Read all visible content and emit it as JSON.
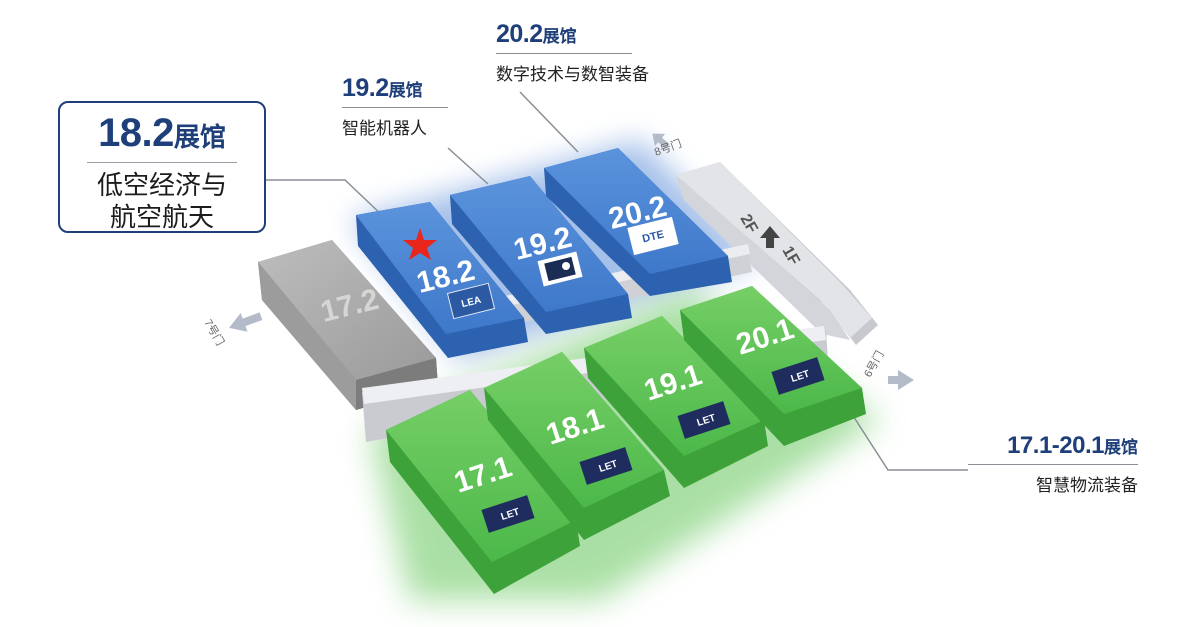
{
  "callouts": {
    "hall_182": {
      "number": "18.2",
      "suffix": "展馆",
      "line1": "低空经济与",
      "line2": "航空航天"
    },
    "hall_192": {
      "number": "19.2",
      "suffix": "展馆",
      "desc": "智能机器人"
    },
    "hall_202": {
      "number": "20.2",
      "suffix": "展馆",
      "desc": "数字技术与数智装备"
    },
    "hall_logistics": {
      "number": "17.1-20.1",
      "suffix": "展馆",
      "desc": "智慧物流装备"
    }
  },
  "halls": {
    "h172": "17.2",
    "h182": "18.2",
    "h192": "19.2",
    "h202": "20.2",
    "h171": "17.1",
    "h181": "18.1",
    "h191": "19.1",
    "h201": "20.1"
  },
  "logos": {
    "h182": "LEA",
    "h202": "DTE",
    "green": "LET"
  },
  "gates": {
    "g7": "7号门",
    "g8": "8号门",
    "g6": "6号门"
  },
  "floors": {
    "upper": "2F",
    "lower": "1F"
  },
  "colors": {
    "blue_hall": "#3e78c9",
    "blue_dark": "#1e3f7a",
    "green_hall": "#4cb84a",
    "gray_hall": "#a4a4a4",
    "walkway": "#dfe1e6",
    "star": "#e8261c"
  }
}
